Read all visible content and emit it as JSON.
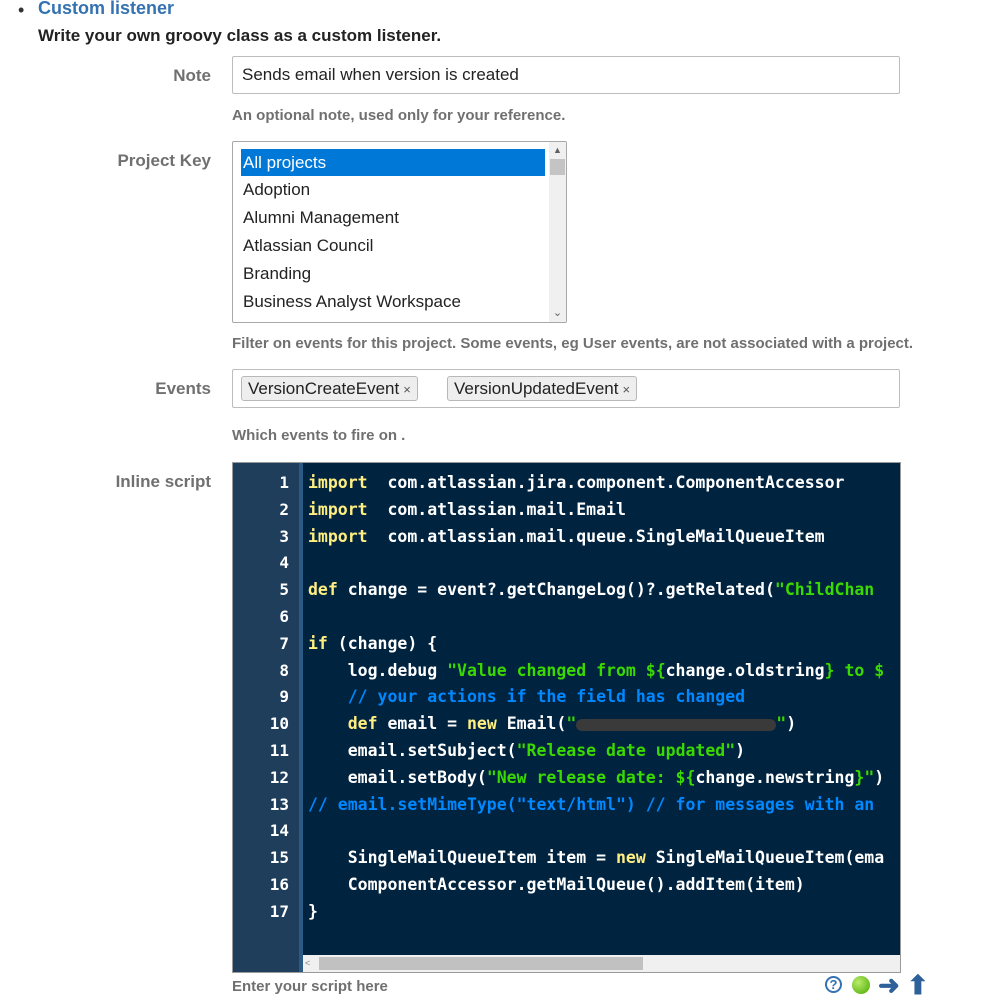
{
  "header": {
    "bullet": "•",
    "title": "Custom listener",
    "description": "Write your own groovy class as a custom listener."
  },
  "note": {
    "label": "Note",
    "value": "Sends email when version is created",
    "help": "An optional note, used only for your reference."
  },
  "project_key": {
    "label": "Project Key",
    "options": [
      {
        "label": "All projects",
        "selected": true
      },
      {
        "label": "Adoption",
        "selected": false
      },
      {
        "label": "Alumni Management",
        "selected": false
      },
      {
        "label": "Atlassian Council",
        "selected": false
      },
      {
        "label": "Branding",
        "selected": false
      },
      {
        "label": "Business Analyst Workspace",
        "selected": false
      }
    ],
    "help": "Filter on events for this project. Some events, eg User events, are not associated with a project."
  },
  "events": {
    "label": "Events",
    "chips": [
      {
        "label": "VersionCreateEvent",
        "remove": "×"
      },
      {
        "label": "VersionUpdatedEvent",
        "remove": "×"
      }
    ],
    "help": "Which events to fire on ."
  },
  "script": {
    "label": "Inline script",
    "lines": [
      {
        "n": "1",
        "parts": [
          [
            "kw",
            "import"
          ],
          [
            "",
            "  com.atlassian.jira.component.ComponentAccessor"
          ]
        ]
      },
      {
        "n": "2",
        "parts": [
          [
            "kw",
            "import"
          ],
          [
            "",
            "  com.atlassian.mail.Email"
          ]
        ]
      },
      {
        "n": "3",
        "parts": [
          [
            "kw",
            "import"
          ],
          [
            "",
            "  com.atlassian.mail.queue.SingleMailQueueItem"
          ]
        ]
      },
      {
        "n": "4",
        "parts": []
      },
      {
        "n": "5",
        "parts": [
          [
            "kw",
            "def"
          ],
          [
            "",
            " change = event?.getChangeLog()?.getRelated("
          ],
          [
            "str",
            "\"ChildChan"
          ]
        ]
      },
      {
        "n": "6",
        "parts": []
      },
      {
        "n": "7",
        "parts": [
          [
            "kw",
            "if"
          ],
          [
            "",
            " (change) {"
          ]
        ]
      },
      {
        "n": "8",
        "parts": [
          [
            "",
            "    log.debug "
          ],
          [
            "str",
            "\"Value changed from ${"
          ],
          [
            "",
            "change.oldstring"
          ],
          [
            "str",
            "} to $"
          ]
        ]
      },
      {
        "n": "9",
        "parts": [
          [
            "com",
            "    // your actions if the field has changed"
          ]
        ]
      },
      {
        "n": "10",
        "parts": [
          [
            "kw",
            "    def"
          ],
          [
            "",
            " email = "
          ],
          [
            "kw",
            "new"
          ],
          [
            "",
            " Email("
          ],
          [
            "str",
            "\""
          ],
          [
            "redact",
            ""
          ],
          [
            "str",
            "\""
          ],
          [
            "",
            ")"
          ]
        ]
      },
      {
        "n": "11",
        "parts": [
          [
            "",
            "    email.setSubject("
          ],
          [
            "str",
            "\"Release date updated\""
          ],
          [
            "",
            ")"
          ]
        ]
      },
      {
        "n": "12",
        "parts": [
          [
            "",
            "    email.setBody("
          ],
          [
            "str",
            "\"New release date: ${"
          ],
          [
            "",
            "change.newstring"
          ],
          [
            "str",
            "}\""
          ],
          [
            "",
            ")"
          ]
        ]
      },
      {
        "n": "13",
        "parts": [
          [
            "com",
            "// email.setMimeType(\"text/html\") // for messages with an"
          ]
        ]
      },
      {
        "n": "14",
        "parts": []
      },
      {
        "n": "15",
        "parts": [
          [
            "",
            "    SingleMailQueueItem item = "
          ],
          [
            "kw",
            "new"
          ],
          [
            "",
            " SingleMailQueueItem(ema"
          ]
        ]
      },
      {
        "n": "16",
        "parts": [
          [
            "",
            "    ComponentAccessor.getMailQueue().addItem(item)"
          ]
        ]
      },
      {
        "n": "17",
        "parts": [
          [
            "",
            "}"
          ]
        ]
      }
    ],
    "help": "Enter your script here",
    "tools": {
      "help_glyph": "?",
      "status_icon": "green-status-dot",
      "run_glyph": "➜",
      "upload_glyph": "⬆"
    }
  }
}
